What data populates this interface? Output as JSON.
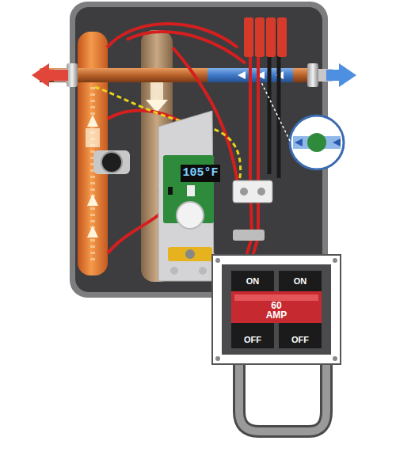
{
  "diagram": {
    "nodes": [
      {
        "text": [
          "105°F"
        ]
      },
      {
        "text": [
          "ON",
          "ON",
          "60 AMP",
          "OFF",
          "OFF"
        ]
      }
    ]
  }
}
